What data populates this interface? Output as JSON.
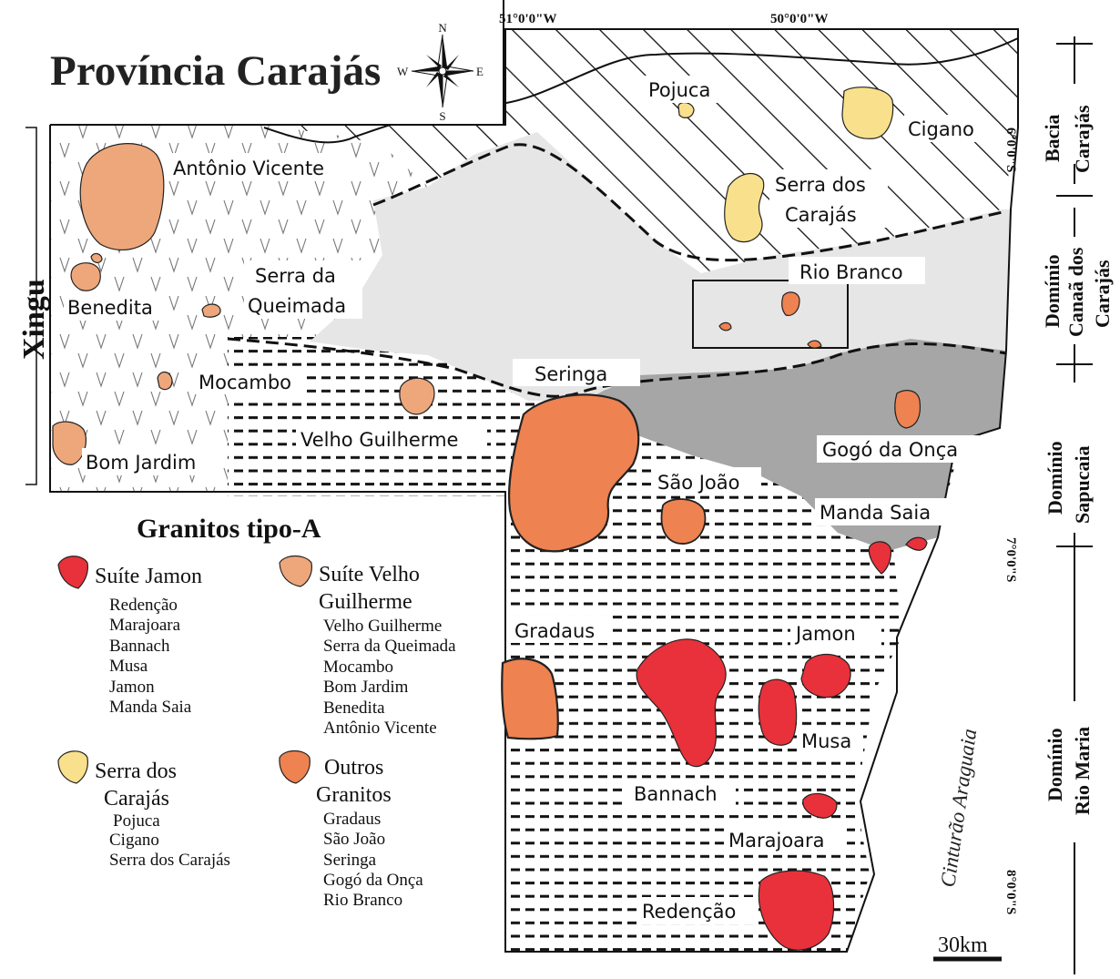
{
  "title": "Província Carajás",
  "compass": {
    "n": "N",
    "s": "S",
    "e": "E",
    "w": "W"
  },
  "coords": {
    "lon_51": "51°0'0\"W",
    "lon_50": "50°0'0\"W",
    "lat_6": "6°0'0\"S",
    "lat_7": "7°0'0\"S",
    "lat_8": "8°0'0\"S"
  },
  "region_xingu": "Xingu",
  "cinturao": "Cinturão Araguaia",
  "scale": "30km",
  "domains": [
    {
      "line1": "Bacia",
      "line2": "Carajás"
    },
    {
      "line1": "Domínio",
      "line2": "Canaã dos",
      "line3": "Carajás"
    },
    {
      "line1": "Domínio",
      "line2": "Sapucaia"
    },
    {
      "line1": "Domínio",
      "line2": "Rio Maria"
    }
  ],
  "labels": {
    "pojuca": "Pojuca",
    "cigano": "Cigano",
    "serra_carajas_1": "Serra dos",
    "serra_carajas_2": "Carajás",
    "antonio_vicente": "Antônio Vicente",
    "serra_queimada_1": "Serra da",
    "serra_queimada_2": "Queimada",
    "benedita": "Benedita",
    "rio_branco": "Rio Branco",
    "mocambo": "Mocambo",
    "seringa": "Seringa",
    "velho_guilherme": "Velho Guilherme",
    "bom_jardim": "Bom Jardim",
    "gogo_onca": "Gogó da Onça",
    "sao_joao": "São João",
    "manda_saia": "Manda Saia",
    "gradaus": "Gradaus",
    "jamon": "Jamon",
    "musa": "Musa",
    "bannach": "Bannach",
    "marajoara": "Marajoara",
    "redencao": "Redenção"
  },
  "legend": {
    "title": "Granitos tipo-A",
    "jamon": {
      "name": "Suíte Jamon",
      "items": [
        "Redenção",
        "Marajoara",
        "Bannach",
        "Musa",
        "Jamon",
        "Manda Saia"
      ]
    },
    "velho": {
      "name1": "Suíte Velho",
      "name2": "Guilherme",
      "items": [
        "Velho Guilherme",
        "Serra da Queimada",
        "Mocambo",
        "Bom Jardim",
        "Benedita",
        "Antônio Vicente"
      ]
    },
    "carajas": {
      "name1": "Serra dos",
      "name2": "Carajás",
      "items": [
        "Pojuca",
        "Cigano",
        "Serra dos Carajás"
      ]
    },
    "outros": {
      "name1": "Outros",
      "name2": "Granitos",
      "items": [
        "Gradaus",
        "São João",
        "Seringa",
        "Gogó da Onça",
        "Rio Branco"
      ]
    }
  },
  "colors": {
    "jamon": "#e8313a",
    "velho": "#eda77b",
    "carajas": "#f9e08c",
    "outros": "#ee8250",
    "canaa": "#e6e6e6",
    "sapucaia": "#a6a6a6"
  }
}
